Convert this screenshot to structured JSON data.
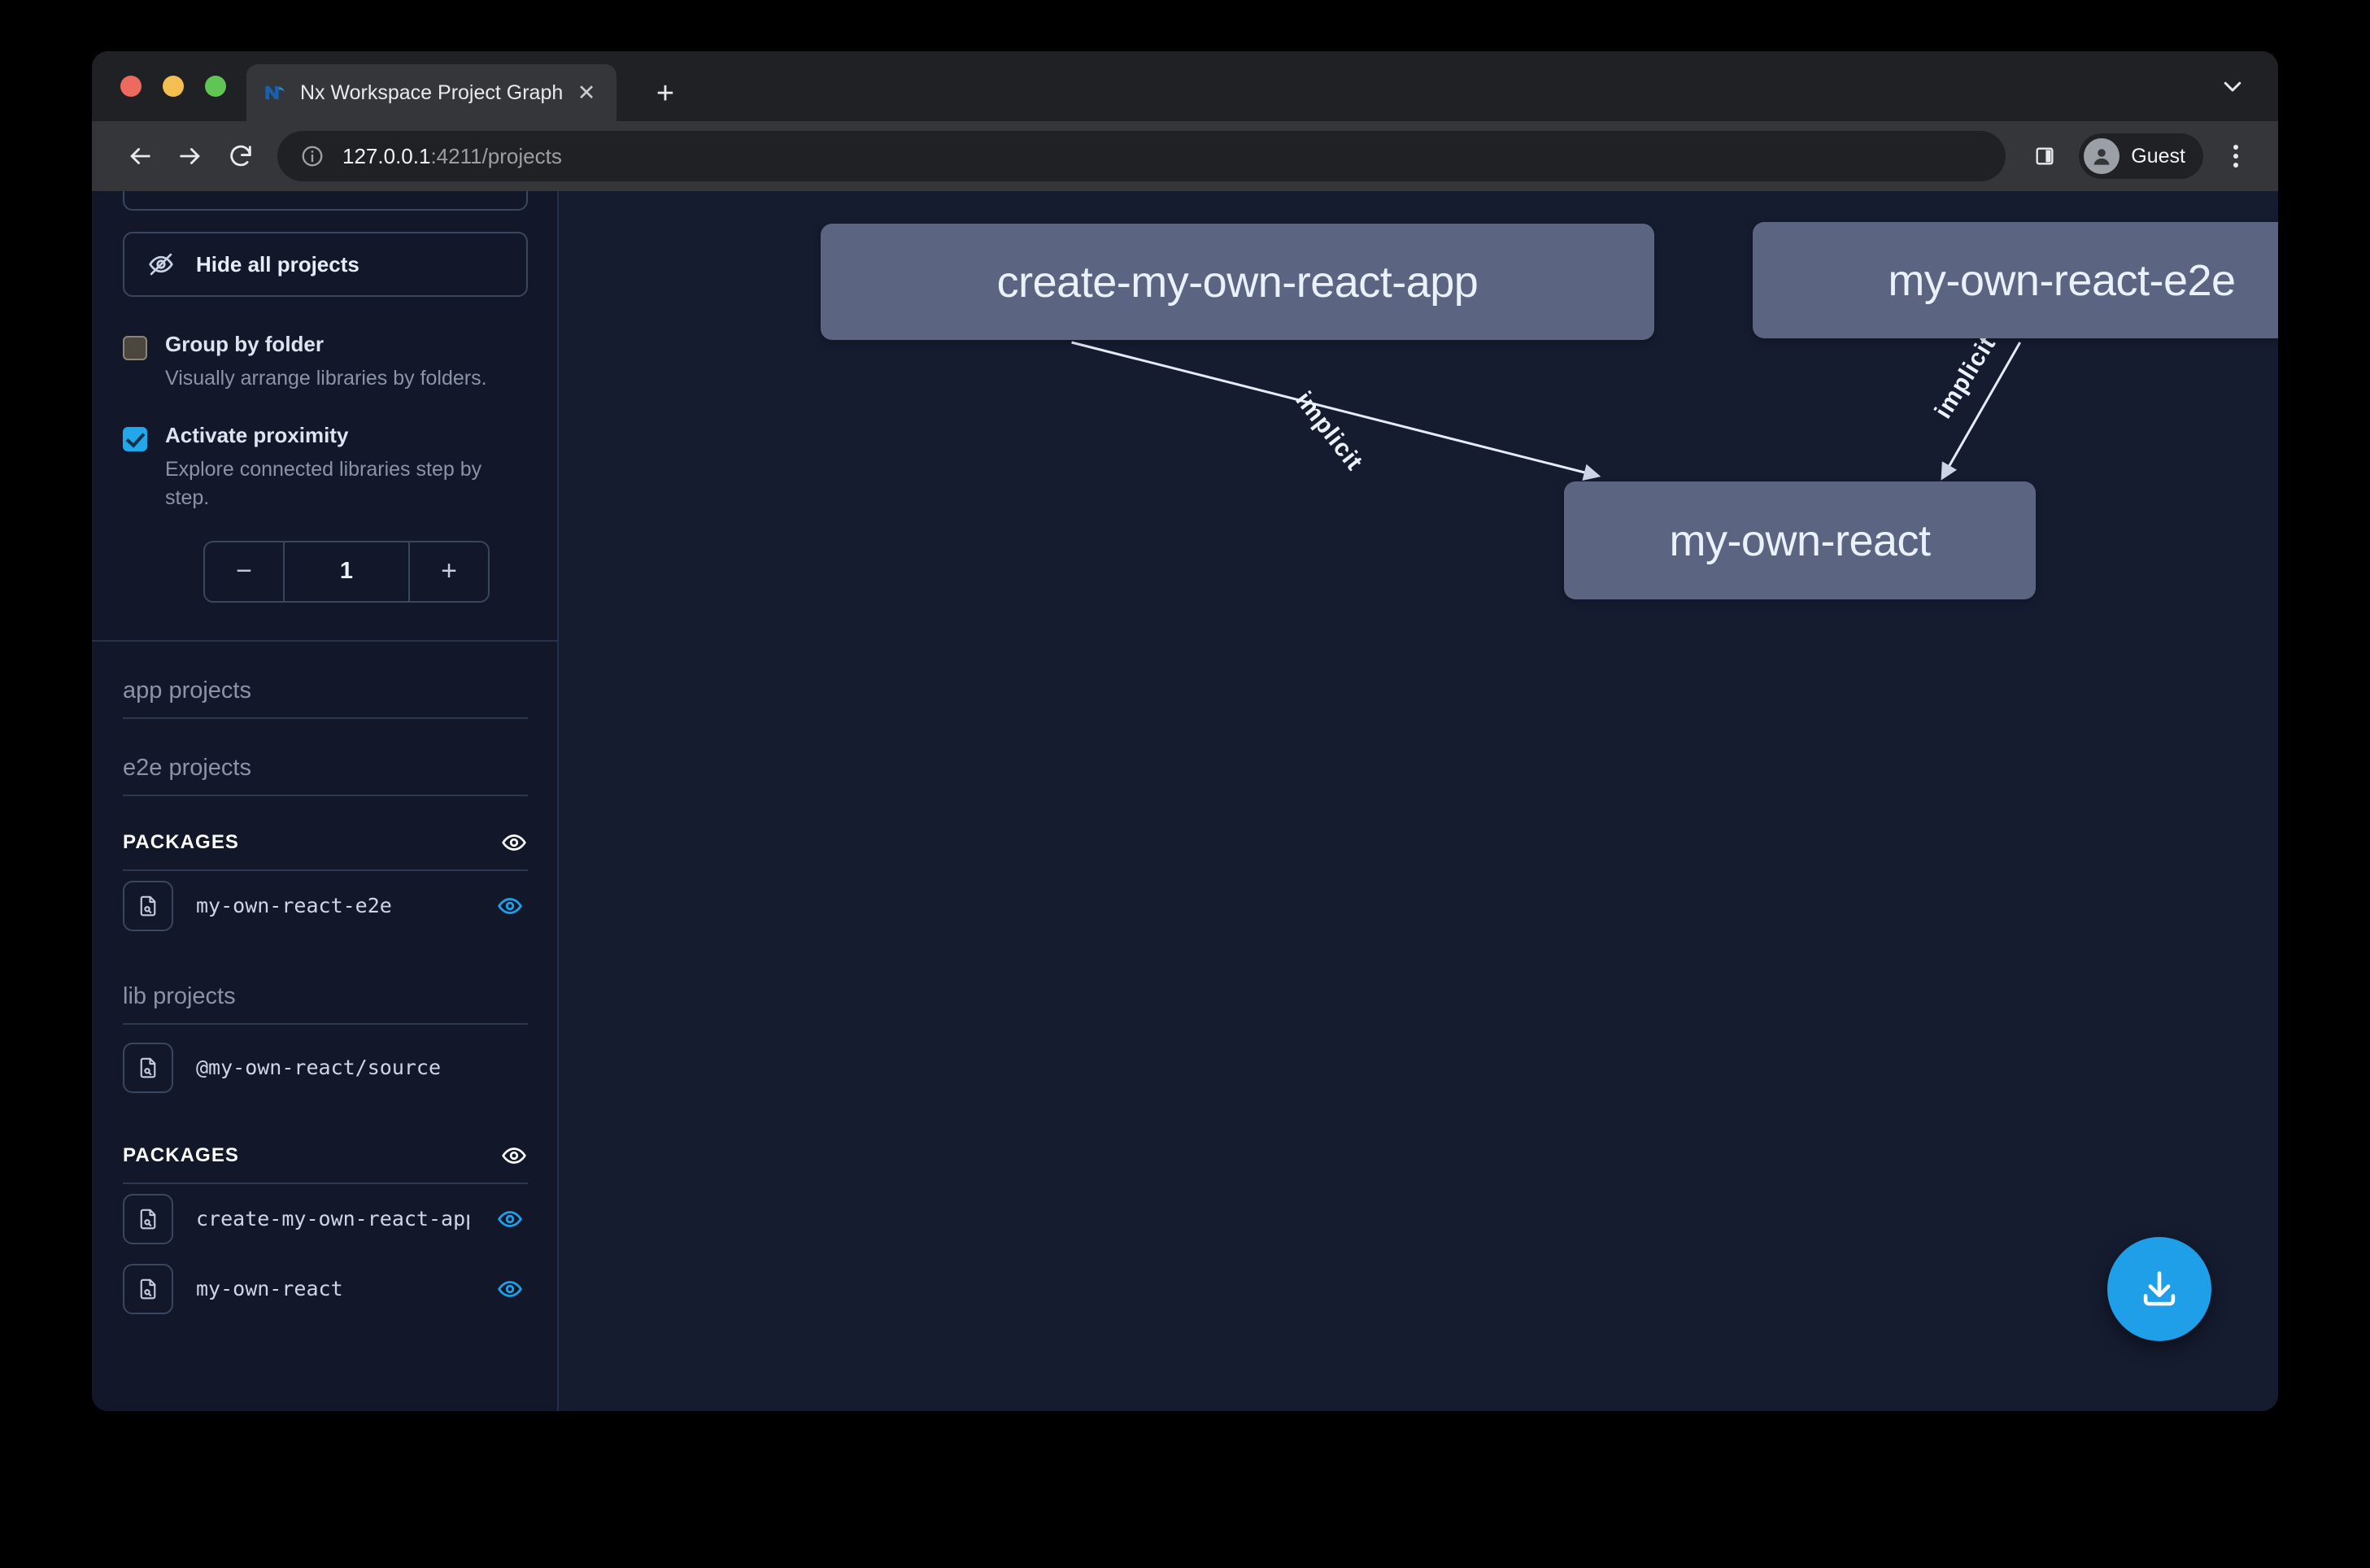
{
  "browser": {
    "tab": {
      "title": "Nx Workspace Project Graph",
      "favicon_icon": "nx-logo-icon",
      "close_icon": "close-icon"
    },
    "new_tab_icon": "plus-icon",
    "tabstrip_chevron_icon": "chevron-down-icon",
    "toolbar": {
      "back_icon": "arrow-left-icon",
      "forward_icon": "arrow-right-icon",
      "reload_icon": "reload-icon",
      "info_icon": "info-circle-icon",
      "url_host": "127.0.0.1",
      "url_rest": ":4211/projects",
      "split_view_icon": "split-view-icon",
      "avatar_icon": "person-avatar-icon",
      "profile_name": "Guest",
      "menu_icon": "kebab-menu-icon"
    }
  },
  "sidebar": {
    "hide_all_button": {
      "label": "Hide all projects",
      "icon": "eye-off-icon"
    },
    "options": [
      {
        "id": "group-by-folder",
        "label": "Group by folder",
        "description": "Visually arrange libraries by folders.",
        "checked": false
      },
      {
        "id": "activate-proximity",
        "label": "Activate proximity",
        "description": "Explore connected libraries step by step.",
        "checked": true
      }
    ],
    "proximity_stepper": {
      "decrement_label": "−",
      "value": "1",
      "increment_label": "+"
    },
    "groups": [
      {
        "label": "app projects",
        "items": []
      },
      {
        "label": "e2e projects",
        "sections": [
          {
            "header": "PACKAGES",
            "header_eye_icon": "eye-icon",
            "items": [
              {
                "name": "my-own-react-e2e",
                "icon": "file-search-icon",
                "eye_icon": "eye-icon",
                "eye_active": true
              }
            ]
          }
        ]
      },
      {
        "label": "lib projects",
        "items": [
          {
            "name": "@my-own-react/source",
            "icon": "file-search-icon",
            "eye_icon": null,
            "eye_active": false
          }
        ],
        "sections": [
          {
            "header": "PACKAGES",
            "header_eye_icon": "eye-icon",
            "items": [
              {
                "name": "create-my-own-react-app",
                "icon": "file-search-icon",
                "eye_icon": "eye-icon",
                "eye_active": true
              },
              {
                "name": "my-own-react",
                "icon": "file-search-icon",
                "eye_icon": "eye-icon",
                "eye_active": true
              }
            ]
          }
        ]
      }
    ]
  },
  "graph": {
    "nodes": [
      {
        "id": "create-my-own-react-app",
        "label": "create-my-own-react-app"
      },
      {
        "id": "my-own-react-e2e",
        "label": "my-own-react-e2e"
      },
      {
        "id": "my-own-react",
        "label": "my-own-react"
      }
    ],
    "edges": [
      {
        "source": "create-my-own-react-app",
        "target": "my-own-react",
        "label": "implicit"
      },
      {
        "source": "my-own-react-e2e",
        "target": "my-own-react",
        "label": "implicit"
      }
    ],
    "download_button_icon": "download-icon"
  },
  "colors": {
    "accent_blue": "#1f9fe8",
    "node_fill": "#5b6480",
    "canvas_bg": "#151c30",
    "sidebar_bg": "#121829"
  }
}
